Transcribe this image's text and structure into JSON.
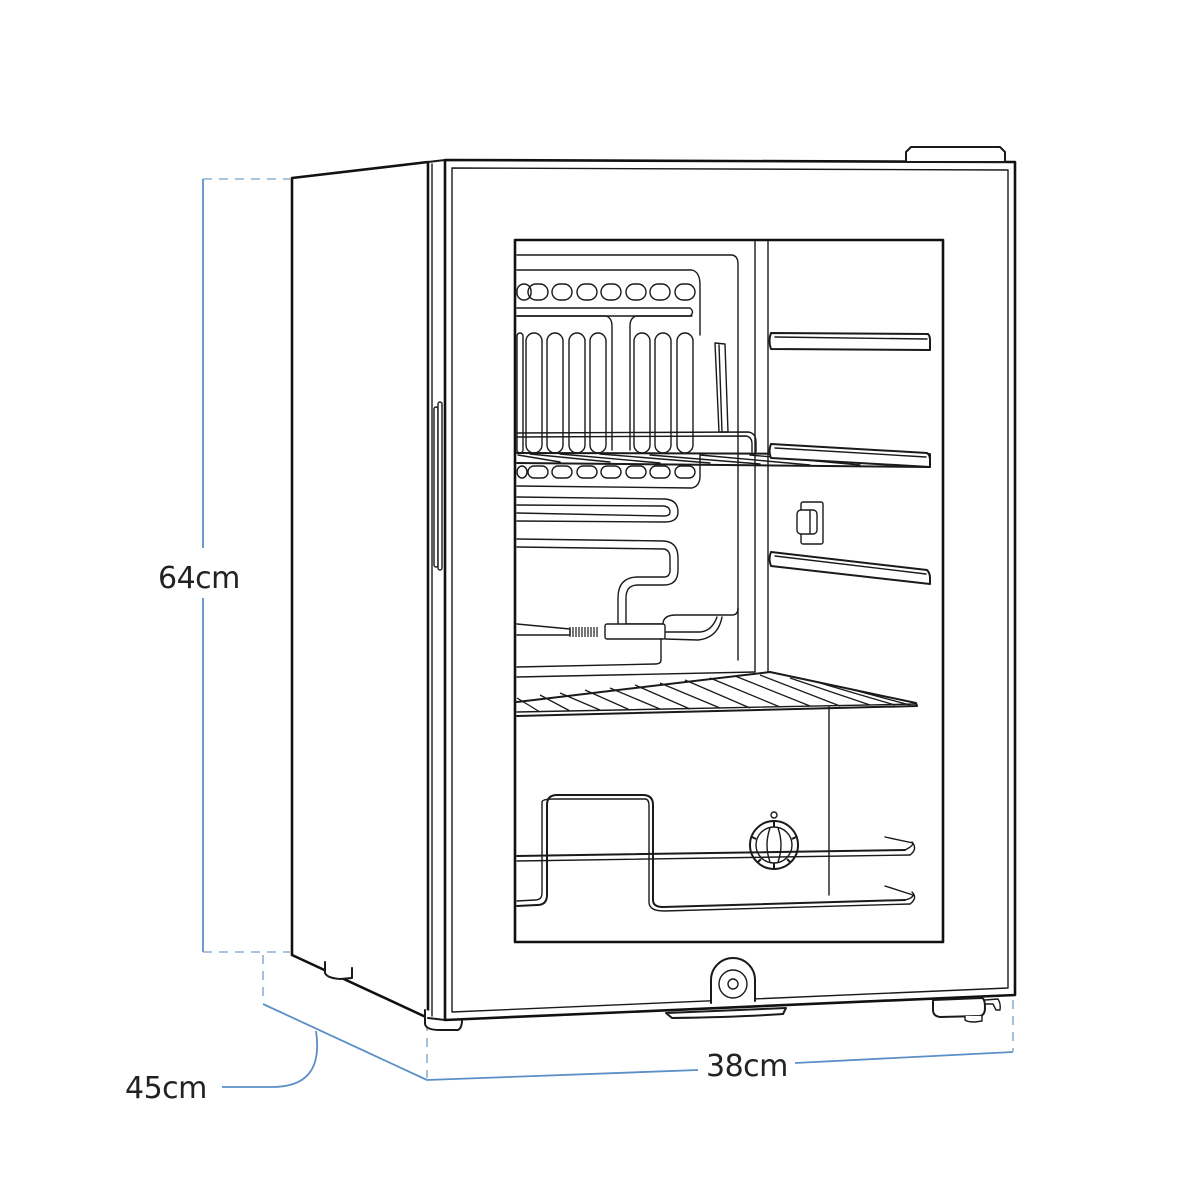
{
  "figure": {
    "subject": "Glass-door mini fridge dimension drawing",
    "line_color": "#1a1a1a",
    "dimension_color": "#5b8fc7",
    "background": "#ffffff"
  },
  "dimensions": {
    "height": {
      "label": "64cm",
      "value": 64,
      "unit": "cm"
    },
    "width": {
      "label": "38cm",
      "value": 38,
      "unit": "cm"
    },
    "depth": {
      "label": "45cm",
      "value": 45,
      "unit": "cm"
    }
  },
  "components": {
    "door": "glass-door",
    "shelves": [
      "wire-shelf-upper",
      "wire-shelf-lower",
      "bottom-wire-rack"
    ],
    "door_rails": 3,
    "thermostat_dial": "temperature-dial",
    "lock": "door-lock",
    "hinge": "top-hinge-cover"
  }
}
